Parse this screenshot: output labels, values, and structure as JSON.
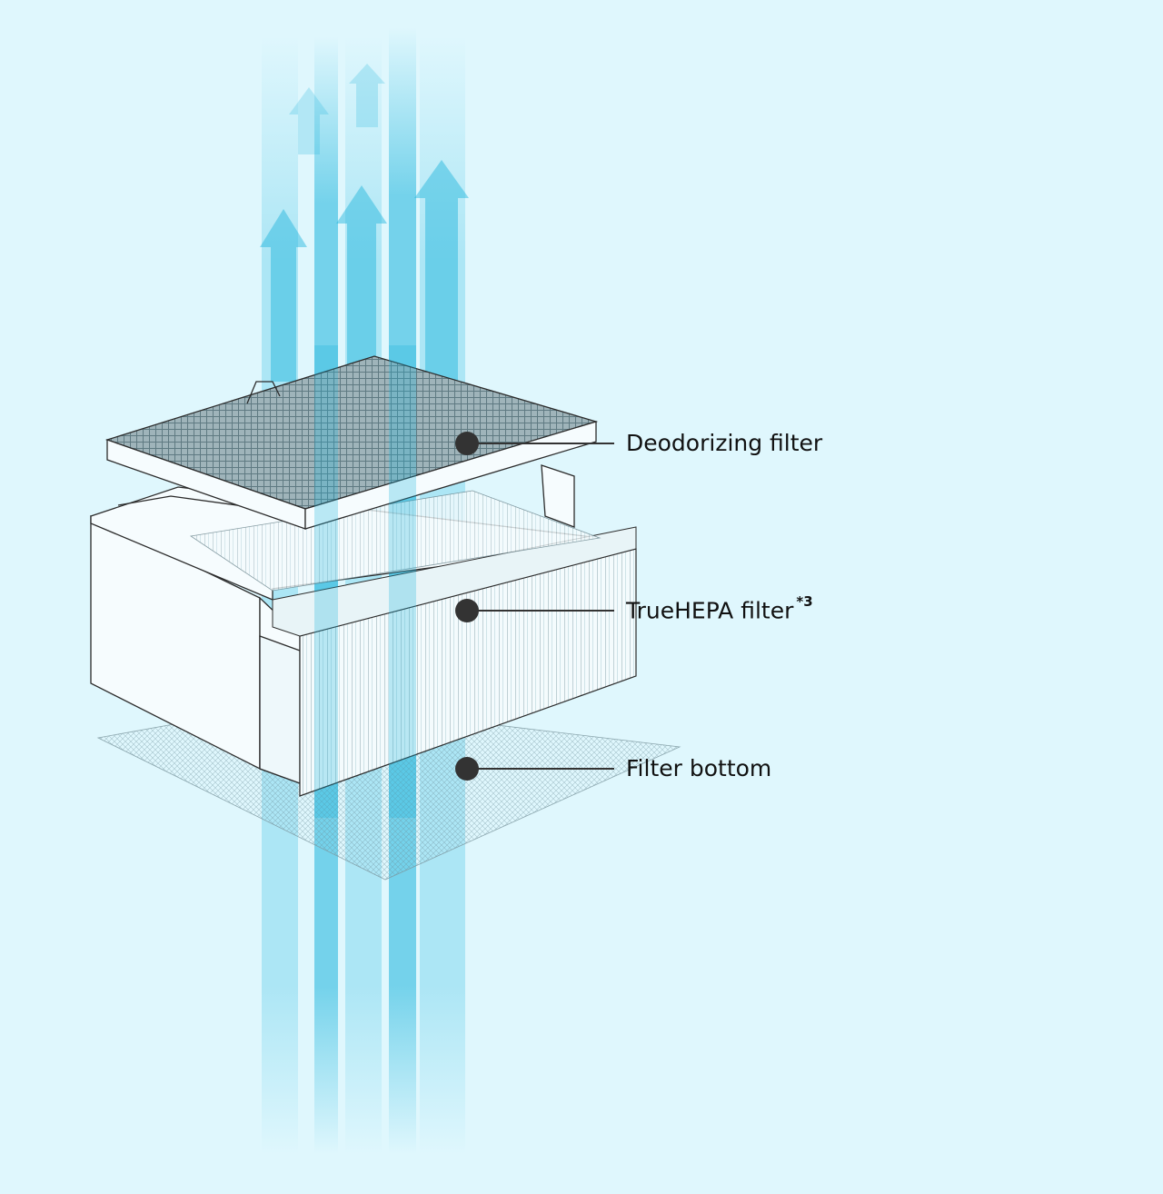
{
  "colors": {
    "background": "#dff7fd",
    "airflow": "#1cb4dc",
    "line": "#333333",
    "dot": "#333333"
  },
  "labels": {
    "deodorizing_filter": "Deodorizing filter",
    "truehepa_filter": "TrueHEPA filter",
    "truehepa_footnote": "*3",
    "filter_bottom": "Filter bottom"
  }
}
